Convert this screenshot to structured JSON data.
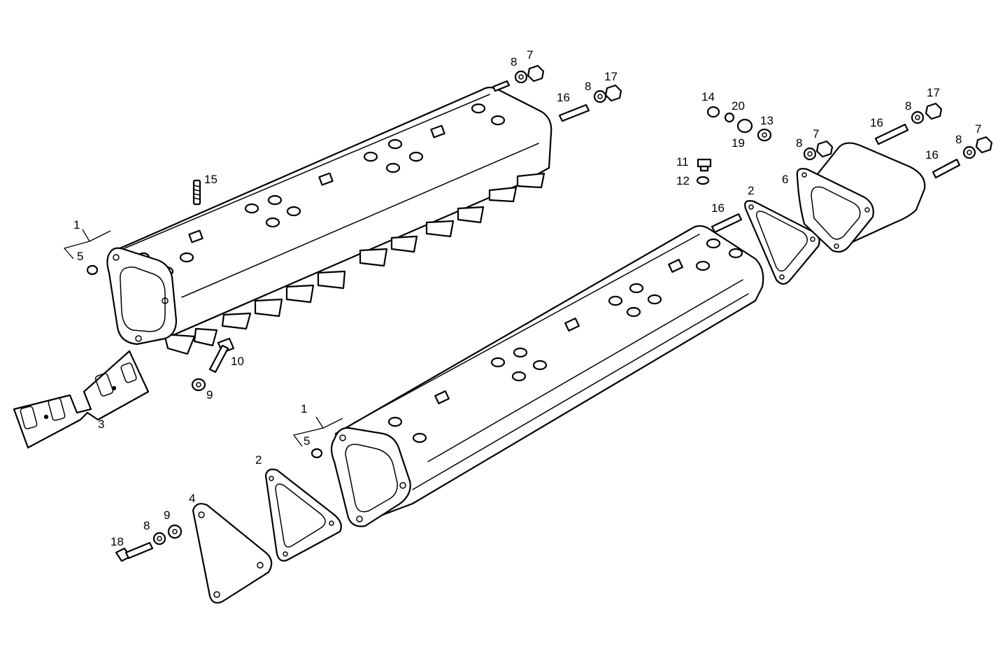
{
  "callouts": [
    {
      "id": "c1a",
      "text": "1"
    },
    {
      "id": "c5a",
      "text": "5"
    },
    {
      "id": "c15",
      "text": "15"
    },
    {
      "id": "c8a",
      "text": "8"
    },
    {
      "id": "c7a",
      "text": "7"
    },
    {
      "id": "c16a",
      "text": "16"
    },
    {
      "id": "c8b",
      "text": "8"
    },
    {
      "id": "c17a",
      "text": "17"
    },
    {
      "id": "c10",
      "text": "10"
    },
    {
      "id": "c9a",
      "text": "9"
    },
    {
      "id": "c3",
      "text": "3"
    },
    {
      "id": "c14",
      "text": "14"
    },
    {
      "id": "c20",
      "text": "20"
    },
    {
      "id": "c13",
      "text": "13"
    },
    {
      "id": "c19",
      "text": "19"
    },
    {
      "id": "c11",
      "text": "11"
    },
    {
      "id": "c12",
      "text": "12"
    },
    {
      "id": "c16b",
      "text": "16"
    },
    {
      "id": "c2a",
      "text": "2"
    },
    {
      "id": "c6",
      "text": "6"
    },
    {
      "id": "c8c",
      "text": "8"
    },
    {
      "id": "c7b",
      "text": "7"
    },
    {
      "id": "c16c",
      "text": "16"
    },
    {
      "id": "c8d",
      "text": "8"
    },
    {
      "id": "c17b",
      "text": "17"
    },
    {
      "id": "c16d",
      "text": "16"
    },
    {
      "id": "c8e",
      "text": "8"
    },
    {
      "id": "c7c",
      "text": "7"
    },
    {
      "id": "c1b",
      "text": "1"
    },
    {
      "id": "c5b",
      "text": "5"
    },
    {
      "id": "c2b",
      "text": "2"
    },
    {
      "id": "c4",
      "text": "4"
    },
    {
      "id": "c18",
      "text": "18"
    },
    {
      "id": "c8f",
      "text": "8"
    },
    {
      "id": "c9b",
      "text": "9"
    }
  ]
}
